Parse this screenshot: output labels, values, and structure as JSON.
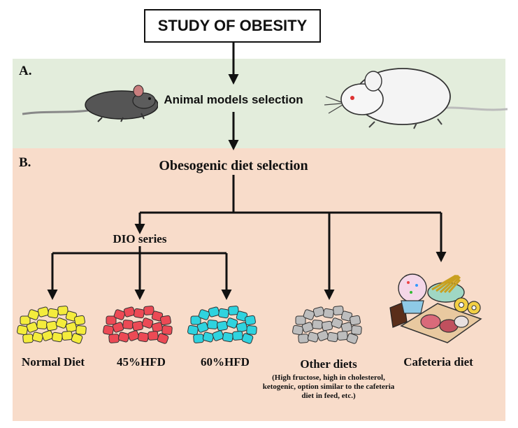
{
  "title": "STUDY OF OBESITY",
  "sections": {
    "a_label": "A.",
    "b_label": "B."
  },
  "nodes": {
    "animal_selection": "Animal models selection",
    "diet_selection": "Obesogenic diet selection",
    "dio_series": "DIO series"
  },
  "diets": [
    {
      "label": "Normal Diet",
      "color": "#f4ec3c"
    },
    {
      "label": "45%HFD",
      "color": "#ec4a55"
    },
    {
      "label": "60%HFD",
      "color": "#2fd3df"
    },
    {
      "label": "Other diets",
      "color": "#bdbdbd"
    },
    {
      "label": "Cafeteria diet"
    }
  ],
  "other_diets_note": "(High fructose, high in cholesterol, ketogenic, option similar to the cafeteria diet in feed, etc.)",
  "colors": {
    "panel_a": "#e3eddc",
    "panel_b": "#f8dcca",
    "arrow": "#111111"
  }
}
